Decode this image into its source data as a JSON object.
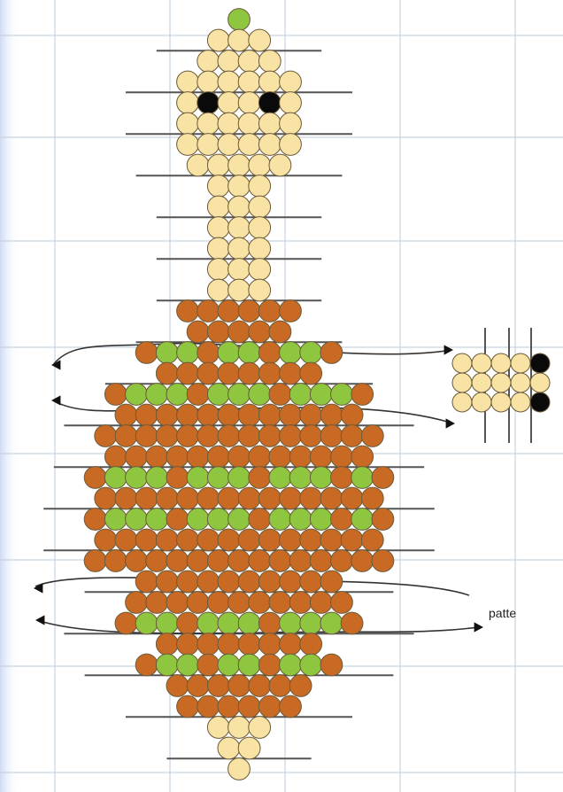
{
  "colors": {
    "background": "#ffffff",
    "gridline": "#c8d3e0",
    "left_edge_tint": "#dbe4f7",
    "wire": "#555555",
    "cream": "#f8e2a4",
    "brown": "#c96a24",
    "green": "#8ec63f",
    "black": "#0a0a0a",
    "arrow": "#111111"
  },
  "legend_colors": [
    "cream",
    "brown",
    "green",
    "black"
  ],
  "labels": {
    "patte": "patte"
  },
  "pattern": {
    "description_free": true,
    "rows": [
      {
        "beads": [
          "green"
        ]
      },
      {
        "beads": [
          "cream",
          "cream",
          "cream"
        ]
      },
      {
        "beads": [
          "cream",
          "cream",
          "cream",
          "cream"
        ]
      },
      {
        "beads": [
          "cream",
          "cream",
          "cream",
          "cream",
          "cream",
          "cream"
        ]
      },
      {
        "beads": [
          "cream",
          "black",
          "cream",
          "cream",
          "black",
          "cream"
        ]
      },
      {
        "beads": [
          "cream",
          "cream",
          "cream",
          "cream",
          "cream",
          "cream"
        ]
      },
      {
        "beads": [
          "cream",
          "cream",
          "cream",
          "cream",
          "cream",
          "cream"
        ]
      },
      {
        "beads": [
          "cream",
          "cream",
          "cream",
          "cream",
          "cream"
        ]
      },
      {
        "beads": [
          "cream",
          "cream",
          "cream"
        ]
      },
      {
        "beads": [
          "cream",
          "cream",
          "cream"
        ]
      },
      {
        "beads": [
          "cream",
          "cream",
          "cream"
        ]
      },
      {
        "beads": [
          "cream",
          "cream",
          "cream"
        ]
      },
      {
        "beads": [
          "cream",
          "cream",
          "cream"
        ]
      },
      {
        "beads": [
          "cream",
          "cream",
          "cream"
        ]
      },
      {
        "beads": [
          "brown",
          "brown",
          "brown",
          "brown",
          "brown",
          "brown"
        ]
      },
      {
        "beads": [
          "brown",
          "brown",
          "brown",
          "brown",
          "brown"
        ]
      },
      {
        "beads": [
          "brown",
          "green",
          "green",
          "brown",
          "green",
          "green",
          "brown",
          "green",
          "green",
          "brown"
        ]
      },
      {
        "beads": [
          "brown",
          "brown",
          "brown",
          "brown",
          "brown",
          "brown",
          "brown",
          "brown"
        ]
      },
      {
        "beads": [
          "brown",
          "green",
          "green",
          "green",
          "brown",
          "green",
          "green",
          "green",
          "brown",
          "green",
          "green",
          "green",
          "brown"
        ]
      },
      {
        "beads": [
          "brown",
          "brown",
          "brown",
          "brown",
          "brown",
          "brown",
          "brown",
          "brown",
          "brown",
          "brown",
          "brown",
          "brown"
        ]
      },
      {
        "beads": [
          "brown",
          "brown",
          "brown",
          "brown",
          "brown",
          "brown",
          "brown",
          "brown",
          "brown",
          "brown",
          "brown",
          "brown",
          "brown",
          "brown"
        ]
      },
      {
        "beads": [
          "brown",
          "brown",
          "brown",
          "brown",
          "brown",
          "brown",
          "brown",
          "brown",
          "brown",
          "brown",
          "brown",
          "brown",
          "brown"
        ]
      },
      {
        "beads": [
          "brown",
          "green",
          "green",
          "green",
          "brown",
          "green",
          "green",
          "green",
          "brown",
          "green",
          "green",
          "green",
          "brown",
          "green",
          "brown"
        ]
      },
      {
        "beads": [
          "brown",
          "brown",
          "brown",
          "brown",
          "brown",
          "brown",
          "brown",
          "brown",
          "brown",
          "brown",
          "brown",
          "brown",
          "brown",
          "brown"
        ]
      },
      {
        "beads": [
          "brown",
          "green",
          "green",
          "green",
          "brown",
          "green",
          "green",
          "green",
          "brown",
          "green",
          "green",
          "green",
          "brown",
          "green",
          "brown"
        ]
      },
      {
        "beads": [
          "brown",
          "brown",
          "brown",
          "brown",
          "brown",
          "brown",
          "brown",
          "brown",
          "brown",
          "brown",
          "brown",
          "brown",
          "brown",
          "brown"
        ]
      },
      {
        "beads": [
          "brown",
          "brown",
          "brown",
          "brown",
          "brown",
          "brown",
          "brown",
          "brown",
          "brown",
          "brown",
          "brown",
          "brown",
          "brown",
          "brown",
          "brown"
        ]
      },
      {
        "beads": [
          "brown",
          "brown",
          "brown",
          "brown",
          "brown",
          "brown",
          "brown",
          "brown",
          "brown",
          "brown"
        ]
      },
      {
        "beads": [
          "brown",
          "brown",
          "brown",
          "brown",
          "brown",
          "brown",
          "brown",
          "brown",
          "brown",
          "brown",
          "brown"
        ]
      },
      {
        "beads": [
          "brown",
          "green",
          "green",
          "brown",
          "green",
          "green",
          "green",
          "brown",
          "green",
          "green",
          "green",
          "brown"
        ]
      },
      {
        "beads": [
          "brown",
          "brown",
          "brown",
          "brown",
          "brown",
          "brown",
          "brown",
          "brown"
        ]
      },
      {
        "beads": [
          "brown",
          "green",
          "green",
          "brown",
          "green",
          "green",
          "brown",
          "green",
          "green",
          "brown"
        ]
      },
      {
        "beads": [
          "brown",
          "brown",
          "brown",
          "brown",
          "brown",
          "brown",
          "brown"
        ]
      },
      {
        "beads": [
          "brown",
          "brown",
          "brown",
          "brown",
          "brown",
          "brown"
        ]
      },
      {
        "beads": [
          "cream",
          "cream",
          "cream"
        ]
      },
      {
        "beads": [
          "cream",
          "cream"
        ]
      },
      {
        "beads": [
          "cream"
        ]
      }
    ]
  },
  "leg_pattern": {
    "rows": [
      {
        "beads": [
          "cream",
          "cream",
          "cream",
          "cream",
          "black"
        ]
      },
      {
        "beads": [
          "cream",
          "cream",
          "cream",
          "cream",
          "cream"
        ]
      },
      {
        "beads": [
          "cream",
          "cream",
          "cream",
          "cream",
          "black"
        ]
      }
    ]
  }
}
